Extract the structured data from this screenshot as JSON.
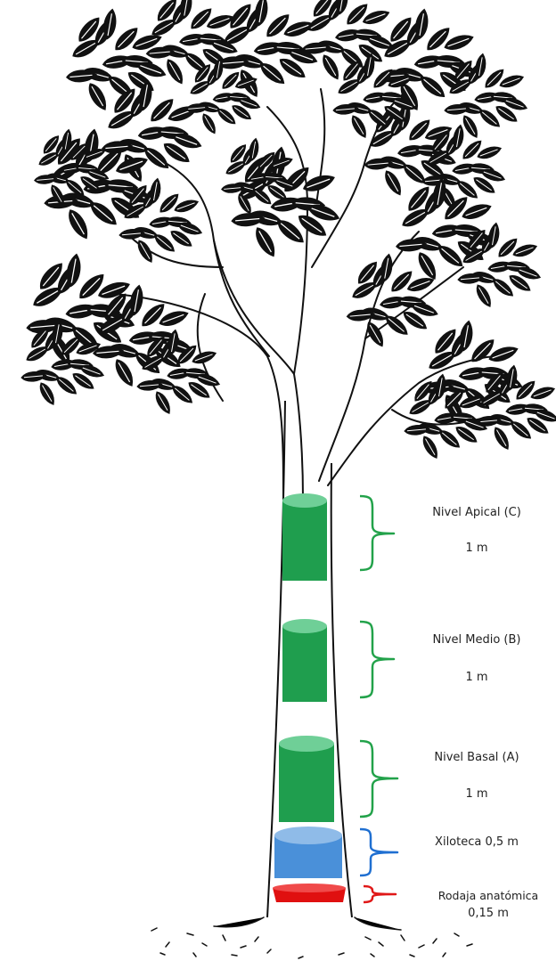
{
  "sections": [
    {
      "id": "apical",
      "name": "Nivel Apical (C)",
      "length": "1 m",
      "color": "#1f9e4e",
      "bracket_color": "#22a24a"
    },
    {
      "id": "medio",
      "name": "Nivel Medio (B)",
      "length": "1 m",
      "color": "#1f9e4e",
      "bracket_color": "#22a24a"
    },
    {
      "id": "basal",
      "name": "Nivel Basal (A)",
      "length": "1 m",
      "color": "#1f9e4e",
      "bracket_color": "#22a24a"
    },
    {
      "id": "xiloteca",
      "name": "Xiloteca 0,5 m",
      "color": "#4a90d9",
      "bracket_color": "#1f6fd1"
    },
    {
      "id": "rodaja",
      "name": "Rodaja anatómica",
      "length": "0,15 m",
      "color": "#e01010",
      "bracket_color": "#e01818"
    }
  ]
}
